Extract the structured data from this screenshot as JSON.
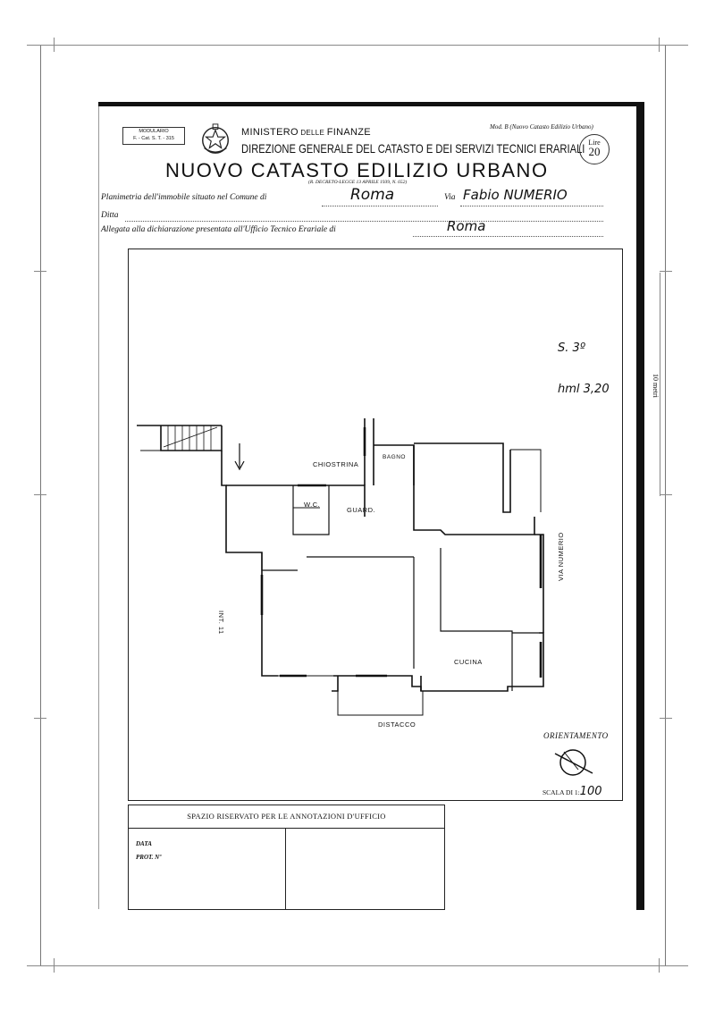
{
  "header": {
    "modulario_line1": "MODULARIO",
    "modulario_line2": "F. - Cat. S. T. - 315",
    "ministry_a": "MINISTERO",
    "ministry_b": " DELLE ",
    "ministry_c": "FINANZE",
    "directorate": "DIREZIONE GENERALE DEL CATASTO E DEI SERVIZI TECNICI ERARIALI",
    "mod_b": "Mod. B (Nuovo Catasto Edilizio Urbano)",
    "lire_label": "Lire",
    "lire_value": "20",
    "title": "NUOVO CATASTO EDILIZIO URBANO",
    "decree": "(R. DECRETO-LEGGE 13 APRILE 1939, N. 652)"
  },
  "form": {
    "planimetria_label": "Planimetria dell'immobile situato nel Comune di",
    "comune_value": "Roma",
    "via_label": "Via",
    "via_value": "Fabio NUMERIO",
    "ditta_label": "Ditta",
    "allegata_label": "Allegata alla dichiarazione presentata all'Ufficio Tecnico Erariale di",
    "ufficio_value": "Roma"
  },
  "plan": {
    "note_piano": "S.   3º",
    "note_altezza": "hml 3,20",
    "labels": {
      "chiostrina": "CHIOSTRINA",
      "bagno": "BAGNO",
      "wc": "W.C.",
      "guard": "GUARD.",
      "via_numerio": "VIA NUMERIO",
      "int": "INT. 11",
      "cucina": "CUCINA",
      "distacco": "DISTACCO"
    },
    "orientamento": "ORIENTAMENTO",
    "scala_label": "SCALA DI 1:",
    "scala_value": "100"
  },
  "annotations": {
    "title": "SPAZIO RISERVATO PER LE ANNOTAZIONI D'UFFICIO",
    "data_label": "DATA",
    "prot_label": "PROT. Nº"
  },
  "margin": {
    "scale_label": "10 metri"
  }
}
